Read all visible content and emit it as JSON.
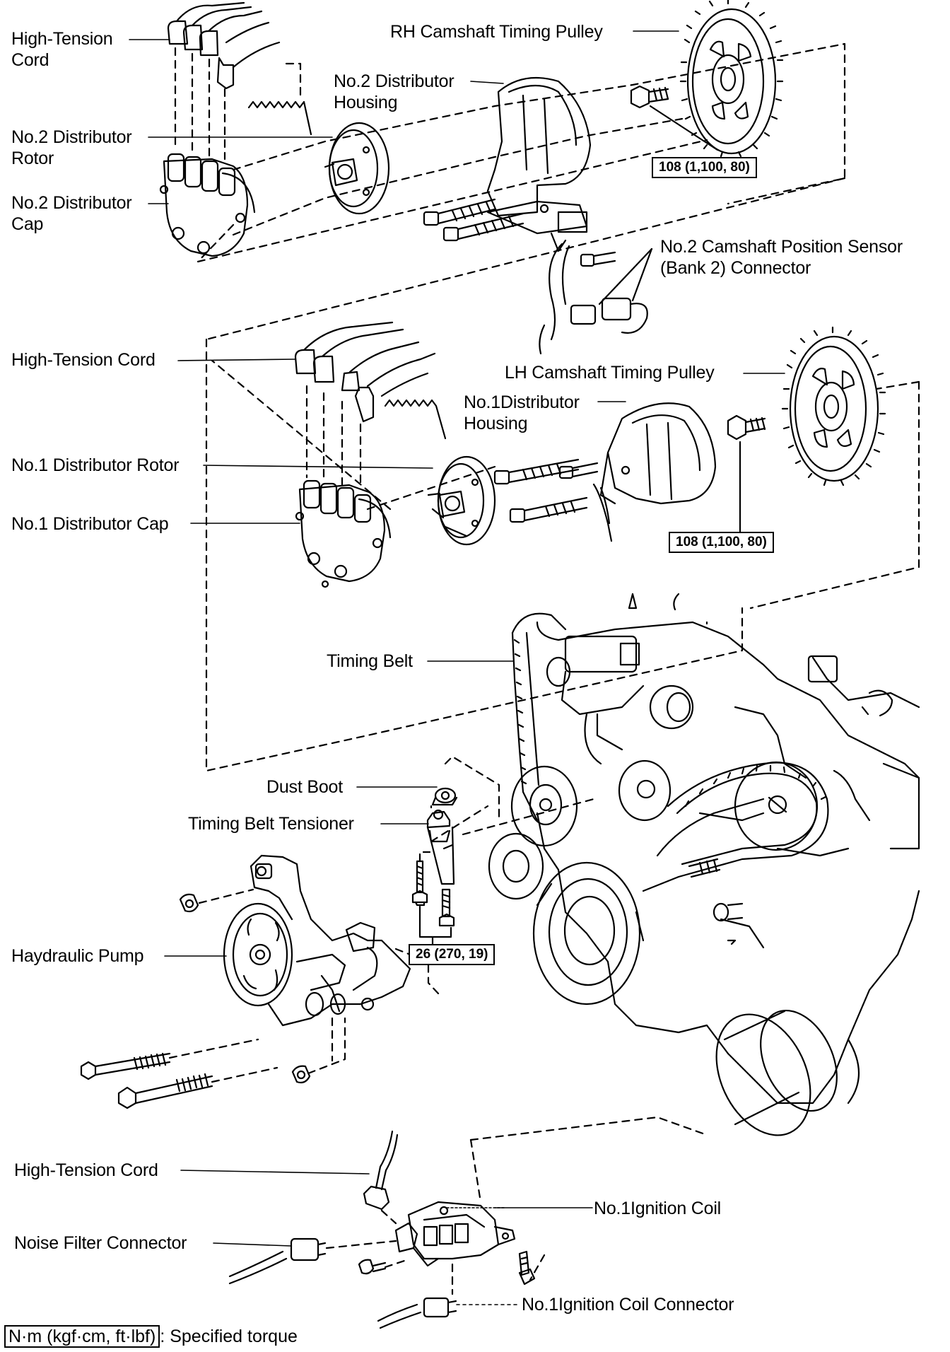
{
  "labels": {
    "ht_cord_top_1": "High-Tension",
    "ht_cord_top_2": "Cord",
    "rh_pulley": "RH Camshaft Timing Pulley",
    "no2_housing_1": "No.2 Distributor",
    "no2_housing_2": "Housing",
    "no2_rotor_1": "No.2 Distributor",
    "no2_rotor_2": "Rotor",
    "no2_cap_1": "No.2 Distributor",
    "no2_cap_2": "Cap",
    "no2_sensor_1": "No.2 Camshaft Position Sensor",
    "no2_sensor_2": "(Bank 2) Connector",
    "ht_cord_mid": "High-Tension Cord",
    "lh_pulley": "LH Camshaft Timing Pulley",
    "no1_housing_1": "No.1Distributor",
    "no1_housing_2": "Housing",
    "no1_rotor": "No.1 Distributor Rotor",
    "no1_cap": "No.1 Distributor Cap",
    "timing_belt": "Timing Belt",
    "dust_boot": "Dust Boot",
    "tensioner": "Timing Belt Tensioner",
    "pump": "Haydraulic Pump",
    "ht_cord_bottom": "High-Tension Cord",
    "ignition_coil": "No.1Ignition Coil",
    "noise_filter": "Noise Filter Connector",
    "coil_connector": "No.1Ignition Coil Connector"
  },
  "torques": {
    "rh_pulley_bolt": "108 (1,100, 80)",
    "lh_pulley_bolt": "108 (1,100, 80)",
    "tensioner_bolt": "26 (270, 19)"
  },
  "legend": {
    "unit": "N·m (kgf·cm, ft·lbf)",
    "text": ": Specified torque"
  }
}
